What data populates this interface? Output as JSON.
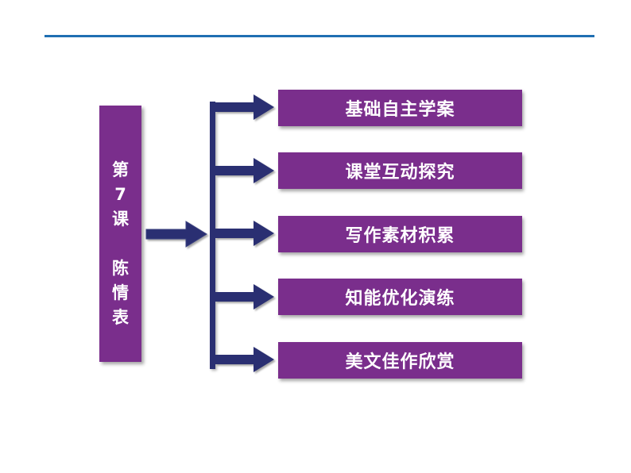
{
  "title": {
    "text": "第\n7\n课\n \n陈\n情\n表"
  },
  "items": [
    {
      "label": "基础自主学案"
    },
    {
      "label": "课堂互动探究"
    },
    {
      "label": "写作素材积累"
    },
    {
      "label": "知能优化演练"
    },
    {
      "label": "美文佳作欣赏"
    }
  ],
  "colors": {
    "box": "#7a2e8c",
    "arrow": "#2a2f72",
    "rule": "#1f6fb2"
  }
}
